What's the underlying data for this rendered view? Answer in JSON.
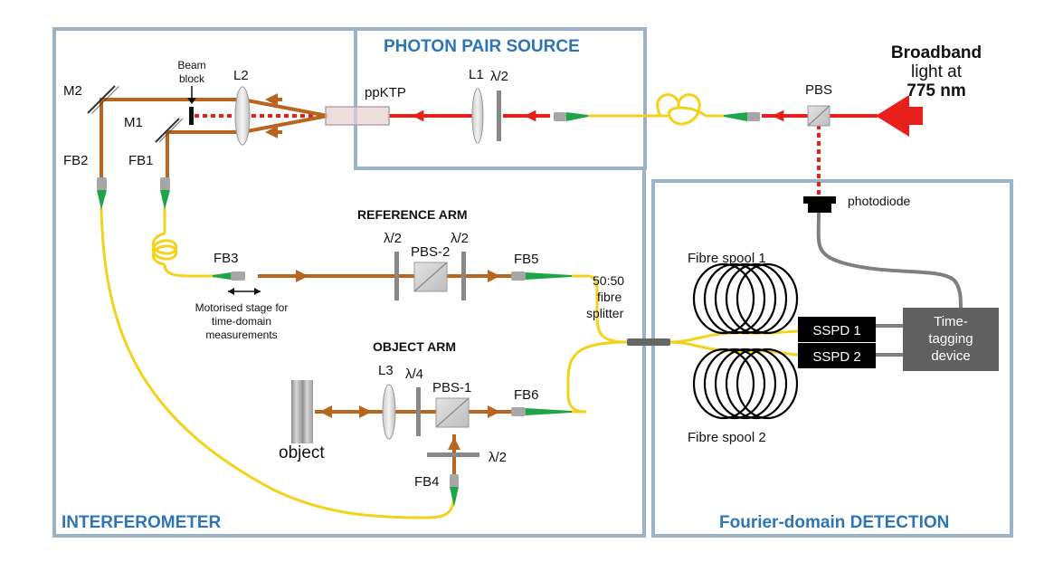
{
  "colors": {
    "panel_border": "#9ab3c9",
    "section_title": "#2e75b6",
    "pump_beam": "#e8201b",
    "photon_beam": "#b9651f",
    "fibre": "#f2d21c",
    "connector_gray": "#a6a6a6",
    "connector_tip": "#1fa548",
    "detector_box": "#000000",
    "tagger_box": "#606060",
    "cable": "#7f7f7f"
  },
  "sections": {
    "photon_pair_source": "PHOTON PAIR SOURCE",
    "interferometer": "INTERFEROMETER",
    "detection": "Fourier-domain DETECTION",
    "reference_arm": "REFERENCE ARM",
    "object_arm": "OBJECT ARM"
  },
  "source": {
    "light_line1": "Broadband",
    "light_line2": "light at",
    "light_line3": "775 nm",
    "pbs": "PBS",
    "photodiode": "photodiode",
    "l1": "L1",
    "half_wave": "λ/2",
    "crystal": "ppKTP"
  },
  "interferometer": {
    "beam_block_line1": "Beam",
    "beam_block_line2": "block",
    "l2": "L2",
    "m1": "M1",
    "m2": "M2",
    "fb1": "FB1",
    "fb2": "FB2",
    "fb3": "FB3",
    "fb4": "FB4",
    "fb5": "FB5",
    "fb6": "FB6",
    "stage_line1": "Motorised stage for",
    "stage_line2": "time-domain",
    "stage_line3": "measurements",
    "ref_hwp1": "λ/2",
    "ref_pbs": "PBS-2",
    "ref_hwp2": "λ/2",
    "obj_l3": "L3",
    "obj_qwp": "λ/4",
    "obj_pbs": "PBS-1",
    "obj_hwp": "λ/2",
    "object": "object",
    "splitter_line1": "50:50",
    "splitter_line2": "fibre",
    "splitter_line3": "splitter"
  },
  "detection": {
    "spool1": "Fibre spool 1",
    "spool2": "Fibre spool 2",
    "sspd1": "SSPD 1",
    "sspd2": "SSPD 2",
    "tagger_line1": "Time-",
    "tagger_line2": "tagging",
    "tagger_line3": "device"
  }
}
